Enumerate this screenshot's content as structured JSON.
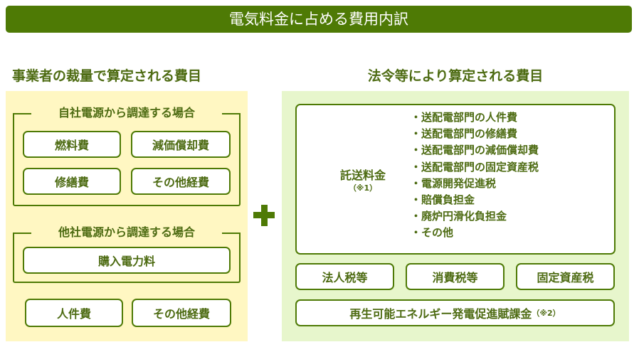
{
  "title": "電気料金に占める費用内訳",
  "left": {
    "heading": "事業者の裁量で算定される費目",
    "own_power": {
      "label": "自社電源から調達する場合",
      "items": [
        "燃料費",
        "減価償却費",
        "修繕費",
        "その他経費"
      ]
    },
    "other_power": {
      "label": "他社電源から調達する場合",
      "items": [
        "購入電力料"
      ]
    },
    "bottom_items": [
      "人件費",
      "その他経費"
    ]
  },
  "right": {
    "heading": "法令等により算定される費目",
    "consignment": {
      "title": "託送料金",
      "note": "（※1）",
      "items": [
        "・送配電部門の人件費",
        "・送配電部門の修繕費",
        "・送配電部門の減価償却費",
        "・送配電部門の固定資産税",
        "・電源開発促進税",
        "・賠償負担金",
        "・廃炉円滑化負担金",
        "・その他"
      ]
    },
    "taxes": [
      "法人税等",
      "消費税等",
      "固定資産税"
    ],
    "surcharge": {
      "label": "再生可能エネルギー発電促進賦課金",
      "note": "（※2）"
    }
  },
  "colors": {
    "title_bar": "#4e7a05",
    "text": "#4d6b12",
    "left_panel": "#fff7c2",
    "right_panel": "#e7f6cc",
    "border": "#4e7a05"
  }
}
